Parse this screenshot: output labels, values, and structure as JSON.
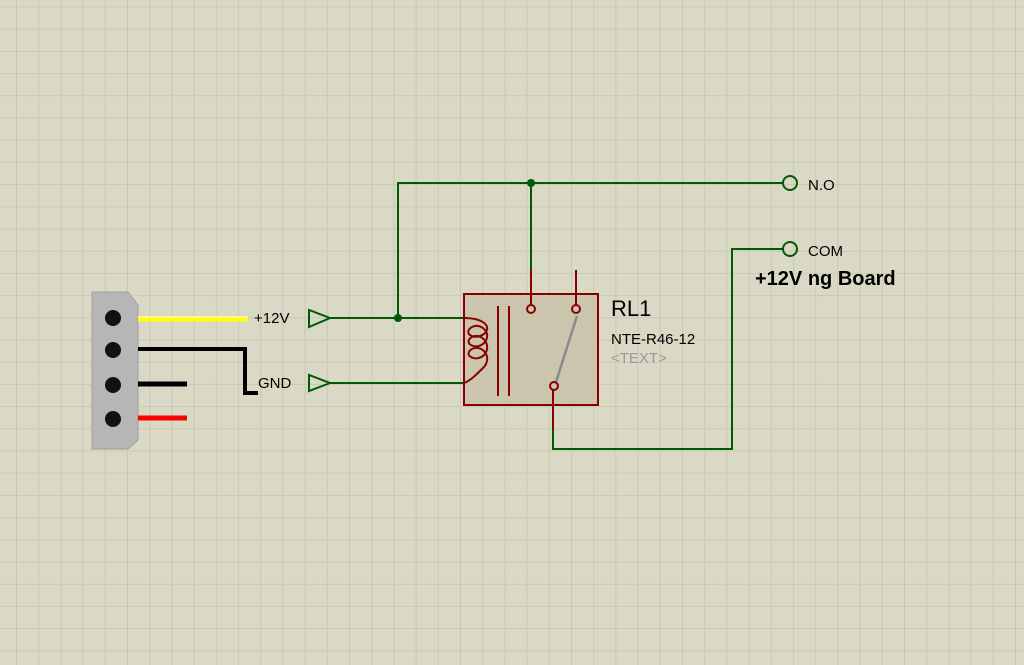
{
  "connector": {
    "wire_colors": [
      "#ffff00",
      "#000000",
      "#000000",
      "#ff0000"
    ]
  },
  "terminals": {
    "vcc_label": "+12V",
    "gnd_label": "GND",
    "no_label": "N.O",
    "com_label": "COM"
  },
  "relay": {
    "ref": "RL1",
    "part": "NTE-R46-12",
    "text_placeholder": "<TEXT>"
  },
  "annotation": "+12V ng Board",
  "colors": {
    "background": "#d9d9c5",
    "grid": "#c9c9b5",
    "wire": "#005a00",
    "component_outline": "#8a0000",
    "component_fill": "#cbc5ad",
    "terminal": "#005a00"
  }
}
